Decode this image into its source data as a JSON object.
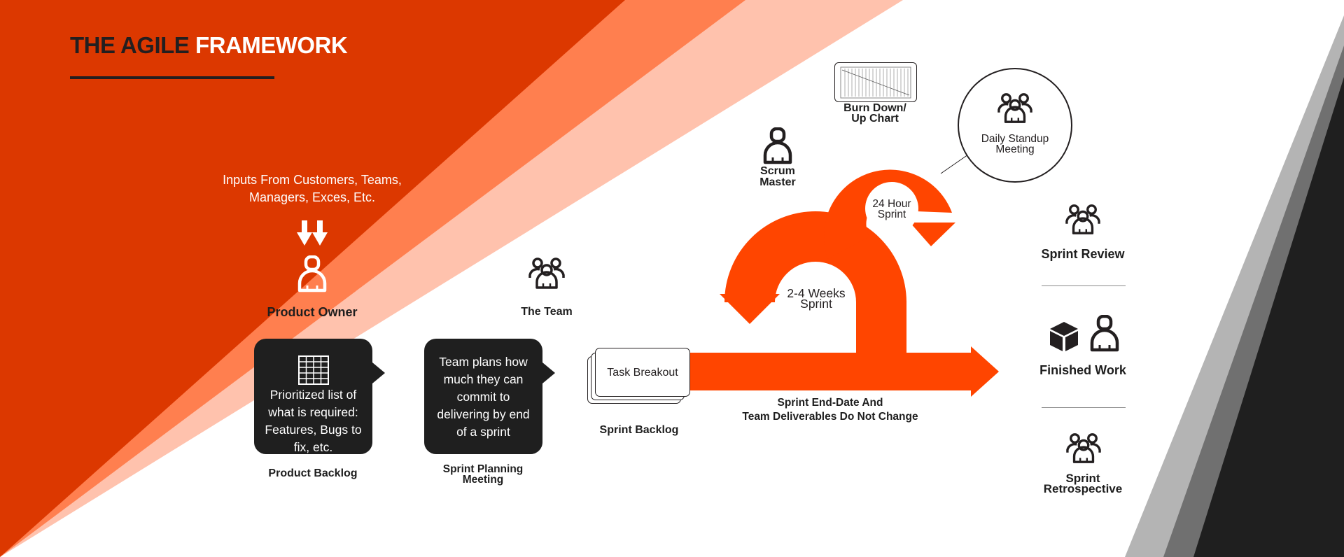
{
  "title": {
    "part1": "THE AGILE",
    "part2": "FRAMEWORK"
  },
  "colors": {
    "accent": "#ff4500",
    "orange_dark": "#dc3800",
    "orange_mid": "#ff7f4f",
    "orange_light": "#ffc2ad",
    "dark": "#1f1f1f",
    "gray_light": "#b4b4b4",
    "gray_mid": "#707070"
  },
  "inputs": {
    "line1": "Inputs From Customers, Teams,",
    "line2": "Managers, Exces, Etc."
  },
  "product_owner": {
    "label": "Product Owner",
    "icon": "person-icon"
  },
  "the_team": {
    "label": "The Team",
    "icon": "team-icon"
  },
  "product_backlog": {
    "icon": "table-icon",
    "line1": "Prioritized list of",
    "line2": "what is  required:",
    "line3": "Features, Bugs to",
    "line4": "fix, etc.",
    "label": "Product Backlog"
  },
  "sprint_planning": {
    "line1": "Team plans how",
    "line2": "much they can",
    "line3": "commit to",
    "line4": "delivering by end",
    "line5": "of a sprint",
    "label_line1": "Sprint Planning",
    "label_line2": "Meeting"
  },
  "task_breakout": {
    "text": "Task Breakout",
    "label": "Sprint Backlog"
  },
  "sprint_cycle": {
    "weeks_line1": "2-4 Weeks",
    "weeks_line2": "Sprint",
    "hour_line1": "24 Hour",
    "hour_line2": "Sprint",
    "enddate_line1": "Sprint End-Date And",
    "enddate_line2": "Team Deliverables Do Not Change"
  },
  "scrum_master": {
    "line1": "Scrum",
    "line2": "Master",
    "icon": "person-icon"
  },
  "burndown": {
    "line1": "Burn Down/",
    "line2": "Up Chart",
    "icon": "chart-icon"
  },
  "daily_standup": {
    "line1": "Daily Standup",
    "line2": "Meeting",
    "icon": "team-icon"
  },
  "sprint_review": {
    "label": "Sprint Review",
    "icon": "team-icon"
  },
  "finished_work": {
    "label": "Finished Work",
    "icons": [
      "box-icon",
      "person-icon"
    ]
  },
  "sprint_retro": {
    "line1": "Sprint",
    "line2": "Retrospective",
    "icon": "team-icon"
  }
}
